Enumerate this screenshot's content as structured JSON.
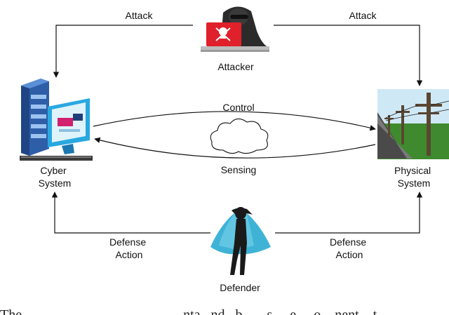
{
  "diagram": {
    "nodes": {
      "attacker": "Attacker",
      "cyber": [
        "Cyber",
        "System"
      ],
      "physical": [
        "Physical",
        "System"
      ],
      "defender": "Defender"
    },
    "edges": {
      "attack_left": "Attack",
      "attack_right": "Attack",
      "control": "Control",
      "sensing": "Sensing",
      "defense_left": [
        "Defense",
        "Action"
      ],
      "defense_right": [
        "Defense",
        "Action"
      ]
    },
    "caption_fragment": "The                                              nta   nd   b       s     e     o    nent    t"
  },
  "colors": {
    "arrow": "#111111",
    "laptop_red": "#e0202a",
    "server_blue": "#3b73c8",
    "monitor_blue": "#29a8e0",
    "defender_cape": "#3fb3d6",
    "sky": "#cfe8f6",
    "grass": "#3f8a2e",
    "road": "#4a4a4a"
  }
}
